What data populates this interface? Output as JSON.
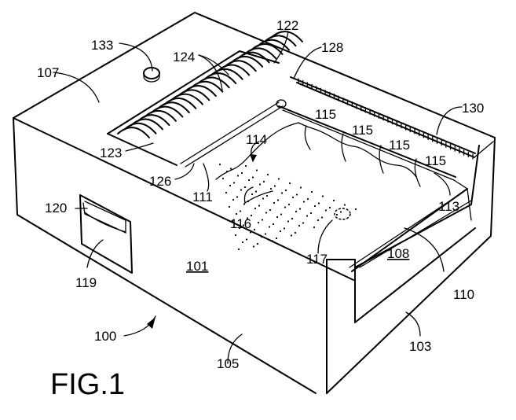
{
  "figure": {
    "title": "FIG.1",
    "labels": {
      "l100": "100",
      "l101": "101",
      "l103": "103",
      "l105": "105",
      "l107": "107",
      "l108": "108",
      "l110": "110",
      "l111": "111",
      "l113": "113",
      "l114": "114",
      "l115a": "115",
      "l115b": "115",
      "l115c": "115",
      "l115d": "115",
      "l116": "116",
      "l117": "117",
      "l119": "119",
      "l120": "120",
      "l122": "122",
      "l123": "123",
      "l124": "124",
      "l126": "126",
      "l128": "128",
      "l130": "130",
      "l133": "133"
    },
    "underlined_labels": [
      "101",
      "108"
    ]
  }
}
